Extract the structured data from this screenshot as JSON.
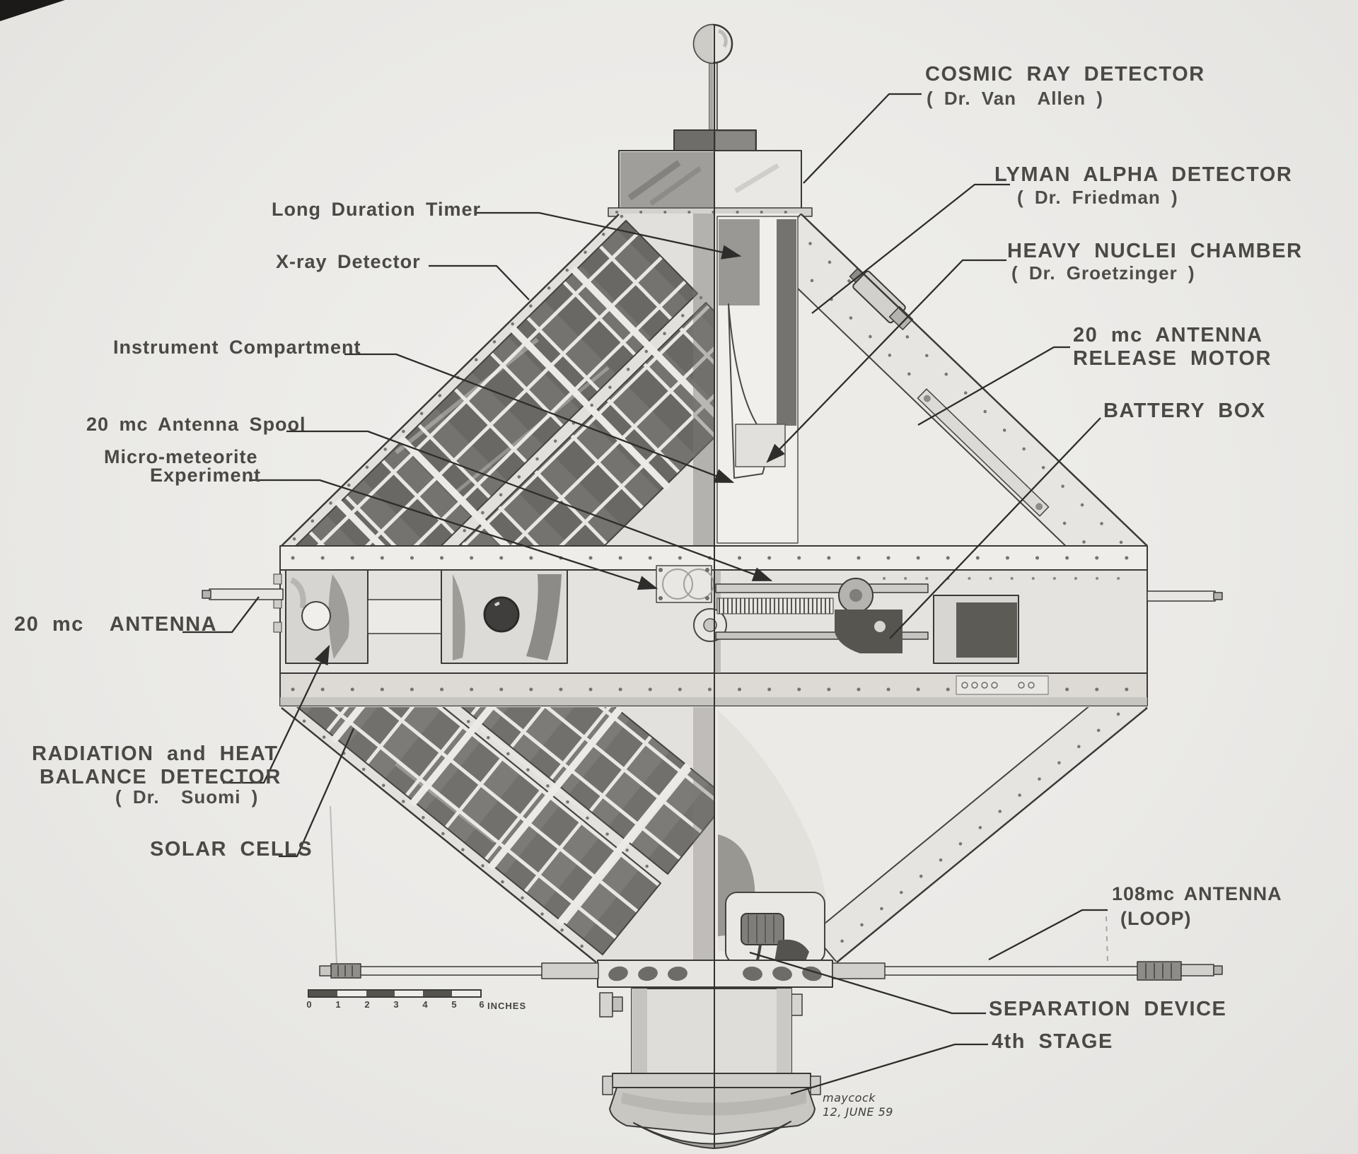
{
  "figure": {
    "background_color": "#ebeae7",
    "ink_color": "#45443f",
    "description": "Cutaway technical illustration of a double-cone satellite, left half exterior with solar cells, right half interior cutaway"
  },
  "callouts": {
    "cosmic_ray_detector": {
      "label": "COSMIC RAY DETECTOR",
      "credit": "( Dr. Van  Allen )"
    },
    "lyman_alpha_detector": {
      "label": "LYMAN ALPHA DETECTOR",
      "credit": "( Dr. Friedman )"
    },
    "heavy_nuclei_chamber": {
      "label": "HEAVY NUCLEI CHAMBER",
      "credit": "( Dr. Groetzinger )"
    },
    "antenna_release_motor": {
      "label_line1": "20 mc ANTENNA",
      "label_line2": "RELEASE MOTOR"
    },
    "battery_box": {
      "label": "BATTERY BOX"
    },
    "long_duration_timer": {
      "label": "Long Duration Timer"
    },
    "x_ray_detector": {
      "label": "X-ray Detector"
    },
    "instrument_compartment": {
      "label": "Instrument Compartment"
    },
    "antenna_spool_20mc": {
      "label": "20 mc Antenna Spool"
    },
    "micro_meteorite_experiment": {
      "label_line1": "Micro-meteorite",
      "label_line2": "Experiment"
    },
    "antenna_20mc": {
      "label": "20 mc  ANTENNA"
    },
    "radiation_heat_balance": {
      "label_line1": "RADIATION and HEAT",
      "label_line2": "BALANCE DETECTOR",
      "credit": "( Dr.  Suomi )"
    },
    "solar_cells": {
      "label": "SOLAR CELLS"
    },
    "antenna_108mc": {
      "label_line1": "108mc ANTENNA",
      "label_line2": "(LOOP)"
    },
    "separation_device": {
      "label": "SEPARATION DEVICE"
    },
    "fourth_stage": {
      "label": "4th STAGE"
    }
  },
  "scale_bar": {
    "ticks": [
      "0",
      "1",
      "2",
      "3",
      "4",
      "5",
      "6"
    ],
    "unit_label": "INCHES"
  },
  "signature": {
    "artist": "maycock",
    "date": "12, JUNE 59"
  }
}
